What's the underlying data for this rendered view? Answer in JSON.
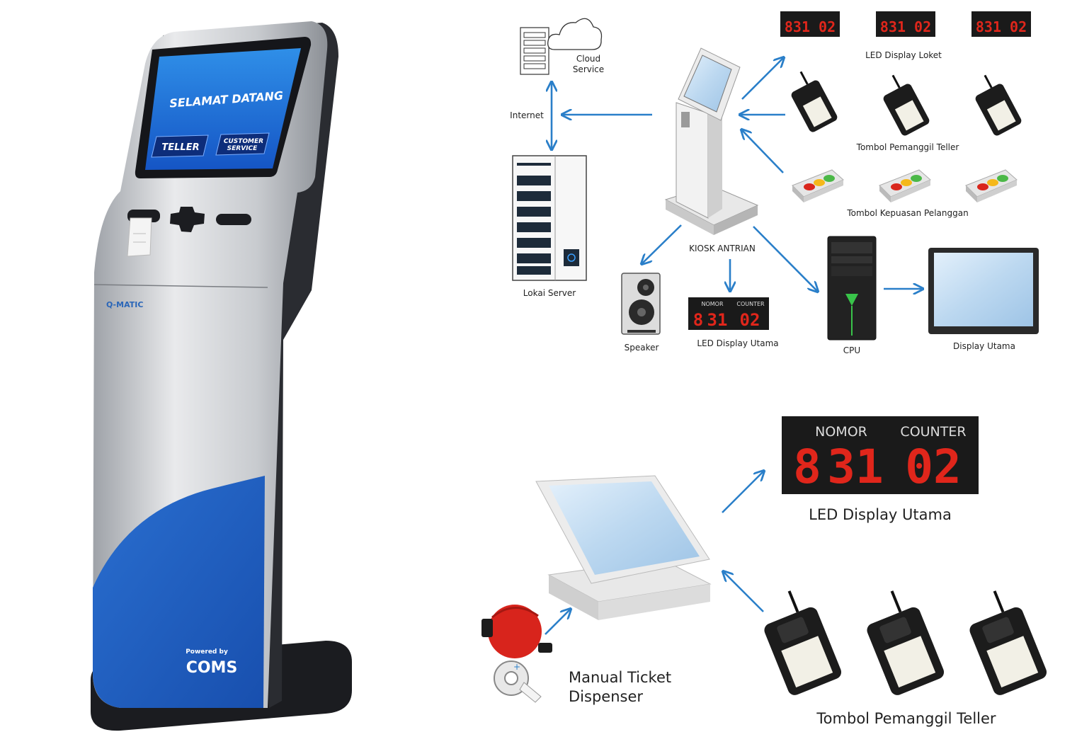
{
  "kiosk": {
    "screen_title": "SELAMAT DATANG",
    "button_teller": "TELLER",
    "button_cs_line1": "CUSTOMER",
    "button_cs_line2": "SERVICE",
    "brand": "Q-MATIC",
    "powered_by": "Powered by",
    "powered_brand": "COMS"
  },
  "system_diagram": {
    "cloud_label_1": "Cloud",
    "cloud_label_2": "Service",
    "internet_label": "Internet",
    "server_label": "Lokai Server",
    "kiosk_label": "KIOSK ANTRIAN",
    "speaker_label": "Speaker",
    "led_main_label": "LED Display Utama",
    "led_main_head_left": "NOMOR",
    "led_main_head_right": "COUNTER",
    "cpu_label": "CPU",
    "display_label": "Display Utama",
    "led_loket_label": "LED Display Loket",
    "caller_label": "Tombol Pemanggil Teller",
    "satisfaction_label": "Tombol Kepuasan Pelanggan",
    "led_value_1": "8",
    "led_value_2": "31",
    "led_value_3": "02",
    "loket_value": "831 02"
  },
  "manual_diagram": {
    "led_head_left": "NOMOR",
    "led_head_right": "COUNTER",
    "led_value_1": "8",
    "led_value_2": "31",
    "led_value_3": "02",
    "led_label": "LED Display Utama",
    "dispenser_line1": "Manual Ticket",
    "dispenser_line2": "Dispenser",
    "caller_label": "Tombol Pemanggil Teller"
  },
  "colors": {
    "arrow": "#2a7fc9",
    "kiosk_blue": "#1f5fbf",
    "led_red": "#e0261b"
  }
}
